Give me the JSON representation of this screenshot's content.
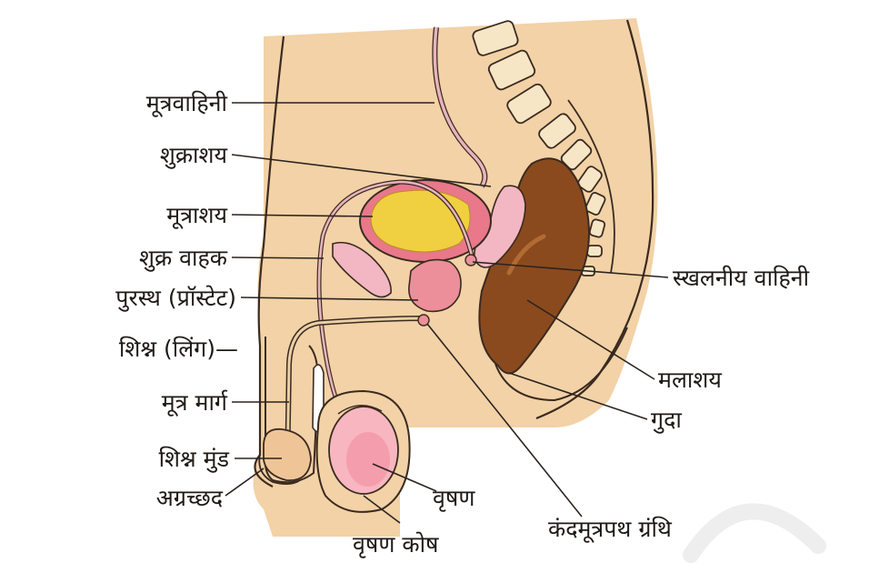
{
  "labels": {
    "ureter": "मूत्रवाहिनी",
    "seminal_vesicle": "शुक्राशय",
    "urinary_bladder": "मूत्राशय",
    "vas_deferens": "शुक्र वाहक",
    "prostate": "पुरस्थ (प्रॉस्टेट)",
    "penis": "शिश्न (लिंग)—",
    "urethra": "मूत्र मार्ग",
    "glans_penis": "शिश्न मुंड",
    "foreskin": "अग्रच्छद",
    "testis": "वृषण",
    "scrotum": "वृषण कोष",
    "bulbourethral_gland": "कंदमूत्रपथ ग्रंथि",
    "ejaculatory_duct": "स्खलनीय वाहिनी",
    "rectum": "मलाशय",
    "anus": "गुदा"
  },
  "colors": {
    "skin": "#f2d2a6",
    "skin_outline": "#3a2a20",
    "vertebra": "#f6e6c6",
    "bladder_wall": "#e8788a",
    "urine": "#f0d040",
    "prostate": "#ec8f9a",
    "testis": "#f7b6c0",
    "rectum": "#8a4a1e",
    "duct": "#e9b3bd"
  }
}
